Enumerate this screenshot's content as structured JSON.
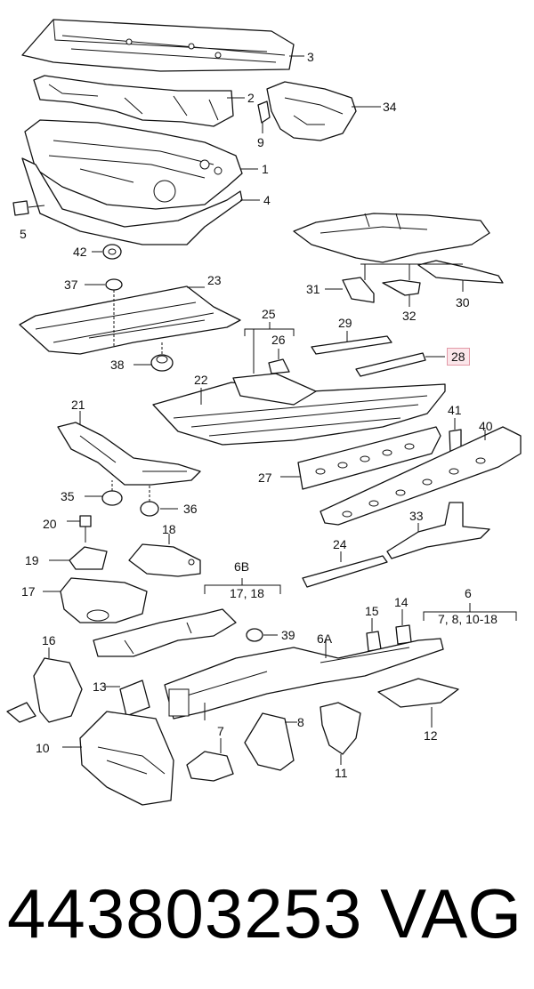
{
  "callouts": [
    {
      "id": "c3",
      "text": "3"
    },
    {
      "id": "c2",
      "text": "2"
    },
    {
      "id": "c34",
      "text": "34"
    },
    {
      "id": "c9",
      "text": "9"
    },
    {
      "id": "c1",
      "text": "1"
    },
    {
      "id": "c4",
      "text": "4"
    },
    {
      "id": "c5",
      "text": "5"
    },
    {
      "id": "c42",
      "text": "42"
    },
    {
      "id": "c31",
      "text": "31"
    },
    {
      "id": "c32",
      "text": "32"
    },
    {
      "id": "c30",
      "text": "30"
    },
    {
      "id": "c37",
      "text": "37"
    },
    {
      "id": "c23",
      "text": "23"
    },
    {
      "id": "c25",
      "text": "25"
    },
    {
      "id": "c26",
      "text": "26"
    },
    {
      "id": "c29",
      "text": "29"
    },
    {
      "id": "c28",
      "text": "28"
    },
    {
      "id": "c38",
      "text": "38"
    },
    {
      "id": "c22",
      "text": "22"
    },
    {
      "id": "c21",
      "text": "21"
    },
    {
      "id": "c41",
      "text": "41"
    },
    {
      "id": "c40",
      "text": "40"
    },
    {
      "id": "c27",
      "text": "27"
    },
    {
      "id": "c35",
      "text": "35"
    },
    {
      "id": "c36",
      "text": "36"
    },
    {
      "id": "c33",
      "text": "33"
    },
    {
      "id": "c20",
      "text": "20"
    },
    {
      "id": "c18",
      "text": "18"
    },
    {
      "id": "c24",
      "text": "24"
    },
    {
      "id": "c19",
      "text": "19"
    },
    {
      "id": "c6B",
      "text": "6B"
    },
    {
      "id": "c6Bsub",
      "text": "17, 18"
    },
    {
      "id": "c17",
      "text": "17"
    },
    {
      "id": "c6",
      "text": "6"
    },
    {
      "id": "c6sub",
      "text": "7, 8, 10-18"
    },
    {
      "id": "c15",
      "text": "15"
    },
    {
      "id": "c14",
      "text": "14"
    },
    {
      "id": "c16",
      "text": "16"
    },
    {
      "id": "c39",
      "text": "39"
    },
    {
      "id": "c6A",
      "text": "6A"
    },
    {
      "id": "c13",
      "text": "13"
    },
    {
      "id": "c12",
      "text": "12"
    },
    {
      "id": "c8",
      "text": "8"
    },
    {
      "id": "c7",
      "text": "7"
    },
    {
      "id": "c10",
      "text": "10"
    },
    {
      "id": "c11",
      "text": "11"
    }
  ],
  "highlighted_part": "28",
  "footer": {
    "part_number": "443803253",
    "brand": "VAG"
  }
}
